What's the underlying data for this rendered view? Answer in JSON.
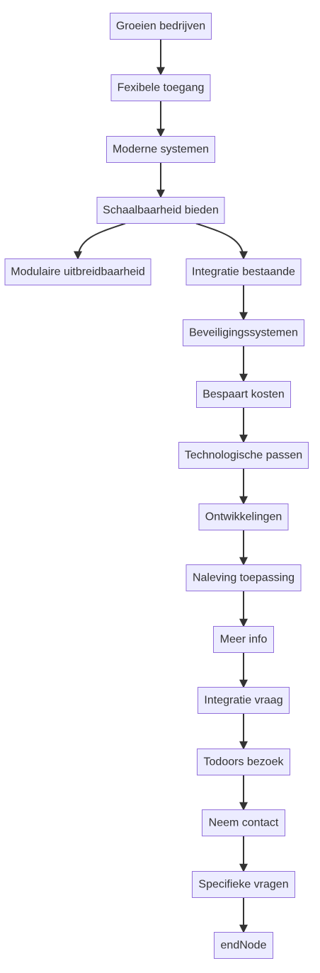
{
  "diagram": {
    "type": "flowchart",
    "colors": {
      "node_fill": "#ECECFF",
      "node_border": "#9370DB",
      "text": "#333333",
      "edge": "#333333"
    },
    "nodes": [
      {
        "id": "n1",
        "label": "Groeien bedrijven"
      },
      {
        "id": "n2",
        "label": "Fexibele toegang"
      },
      {
        "id": "n3",
        "label": "Moderne systemen"
      },
      {
        "id": "n4",
        "label": "Schaalbaarheid bieden"
      },
      {
        "id": "n5",
        "label": "Modulaire uitbreidbaarheid"
      },
      {
        "id": "n6",
        "label": "Integratie bestaande"
      },
      {
        "id": "n7",
        "label": "Beveiligingssystemen"
      },
      {
        "id": "n8",
        "label": "Bespaart kosten"
      },
      {
        "id": "n9",
        "label": "Technologische passen"
      },
      {
        "id": "n10",
        "label": "Ontwikkelingen"
      },
      {
        "id": "n11",
        "label": "Naleving toepassing"
      },
      {
        "id": "n12",
        "label": "Meer info"
      },
      {
        "id": "n13",
        "label": "Integratie vraag"
      },
      {
        "id": "n14",
        "label": "Todoors bezoek"
      },
      {
        "id": "n15",
        "label": "Neem contact"
      },
      {
        "id": "n16",
        "label": "Specifieke vragen"
      },
      {
        "id": "n17",
        "label": "endNode"
      }
    ],
    "edges": [
      {
        "from": "n1",
        "to": "n2"
      },
      {
        "from": "n2",
        "to": "n3"
      },
      {
        "from": "n3",
        "to": "n4"
      },
      {
        "from": "n4",
        "to": "n5"
      },
      {
        "from": "n4",
        "to": "n6"
      },
      {
        "from": "n6",
        "to": "n7"
      },
      {
        "from": "n7",
        "to": "n8"
      },
      {
        "from": "n8",
        "to": "n9"
      },
      {
        "from": "n9",
        "to": "n10"
      },
      {
        "from": "n10",
        "to": "n11"
      },
      {
        "from": "n11",
        "to": "n12"
      },
      {
        "from": "n12",
        "to": "n13"
      },
      {
        "from": "n13",
        "to": "n14"
      },
      {
        "from": "n14",
        "to": "n15"
      },
      {
        "from": "n15",
        "to": "n16"
      },
      {
        "from": "n16",
        "to": "n17"
      }
    ]
  }
}
